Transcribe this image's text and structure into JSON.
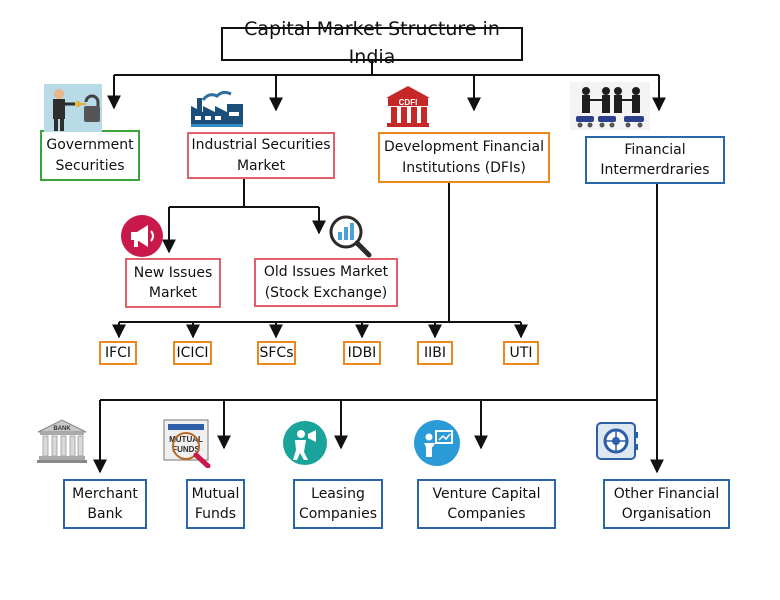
{
  "title": "Capital Market Structure in India",
  "categories": {
    "gov": "Government\nSecurities",
    "ind": "Industrial Securities\nMarket",
    "dfi": "Development Financial\nInstitutions (DFIs)",
    "fin": "Financial\nIntermerdraries"
  },
  "industrial_sub": {
    "new": "New Issues\nMarket",
    "old": "Old Issues Market\n(Stock Exchange)"
  },
  "dfis": [
    "IFCI",
    "ICICI",
    "SFCs",
    "IDBI",
    "IIBI",
    "UTI"
  ],
  "intermediaries": [
    "Merchant\nBank",
    "Mutual\nFunds",
    "Leasing\nCompanies",
    "Venture Capital\nCompanies",
    "Other Financial\nOrganisation"
  ],
  "icon_labels": {
    "cdfi": "CDFI",
    "bank": "BANK",
    "funds": "MUTUAL\nFUNDS"
  },
  "colors": {
    "green": "#3aa33a",
    "red": "#e05f68",
    "orange": "#ea8a1e",
    "blue": "#2a66a8",
    "teal": "#1aa39b",
    "cyan": "#2a9bd7",
    "crimson": "#c9184a"
  }
}
